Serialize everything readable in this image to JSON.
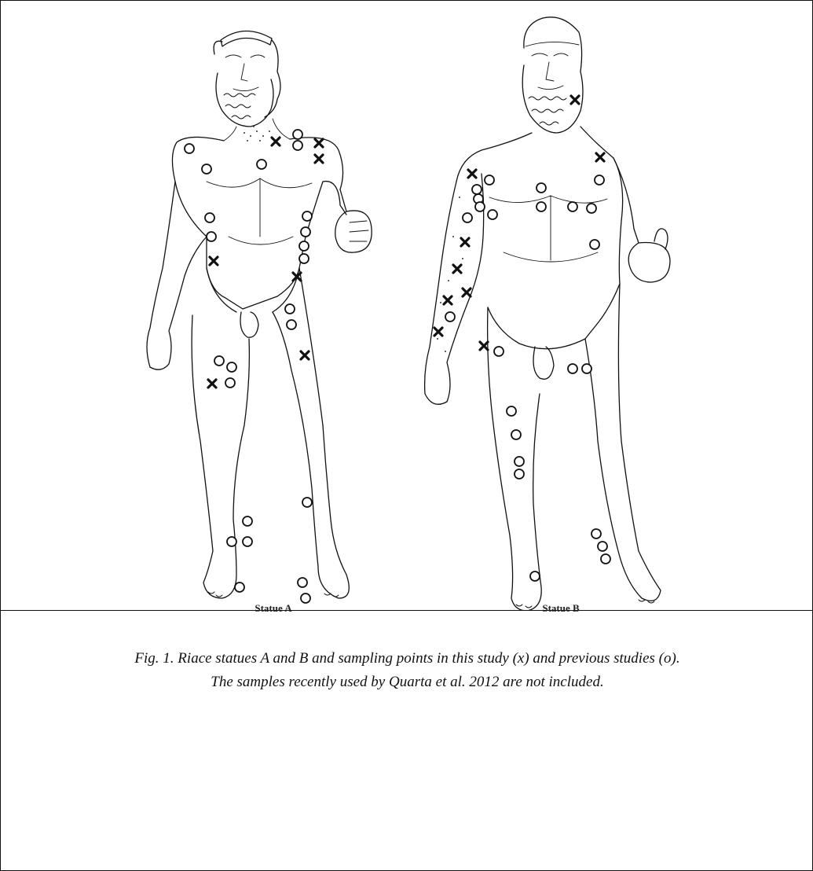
{
  "figure": {
    "labels": {
      "statue_a": "Statue A",
      "statue_b": "Statue B"
    },
    "caption_line1": "Fig. 1. Riace statues A and B and sampling points in this study (x) and previous studies (o).",
    "caption_line2": "The samples recently used by Quarta et al. 2012 are not included.",
    "legend_symbols": {
      "this_study": "x",
      "previous_studies": "o"
    },
    "colors": {
      "ink": "#111111",
      "background": "#ffffff"
    }
  }
}
